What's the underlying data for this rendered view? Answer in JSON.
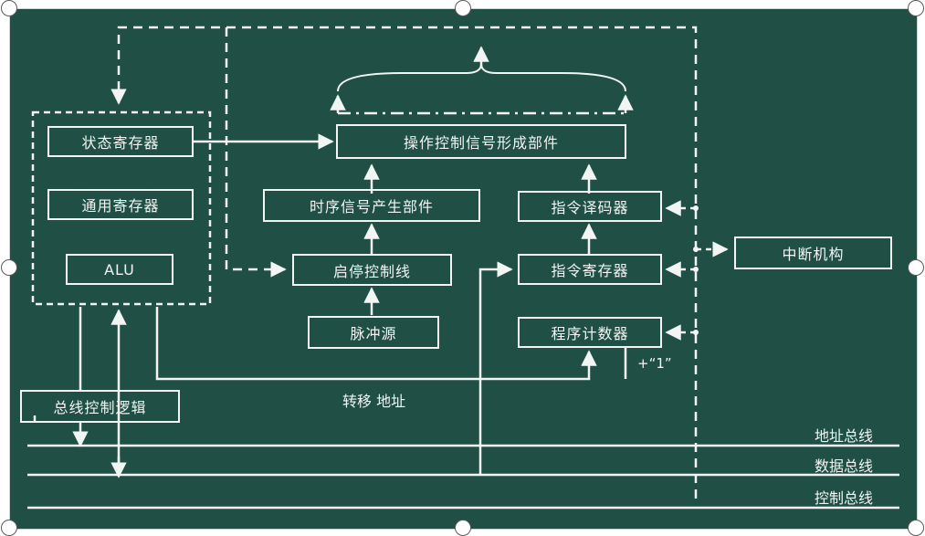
{
  "diagram": {
    "boxes": {
      "status_reg": "状态寄存器",
      "general_reg": "通用寄存器",
      "alu": "ALU",
      "op_ctrl": "操作控制信号形成部件",
      "timing": "时序信号产生部件",
      "decoder": "指令译码器",
      "startstop": "启停控制线",
      "instr_reg": "指令寄存器",
      "interrupt": "中断机构",
      "pulse": "脉冲源",
      "pc": "程序计数器",
      "bus_ctrl": "总线控制逻辑"
    },
    "labels": {
      "plus_one": "+“1”",
      "transfer_addr": "转移 地址",
      "addr_bus": "地址总线",
      "data_bus": "数据总线",
      "ctrl_bus": "控制总线"
    }
  },
  "colors": {
    "board": "#1f4f45",
    "line": "#f2f5f3"
  }
}
